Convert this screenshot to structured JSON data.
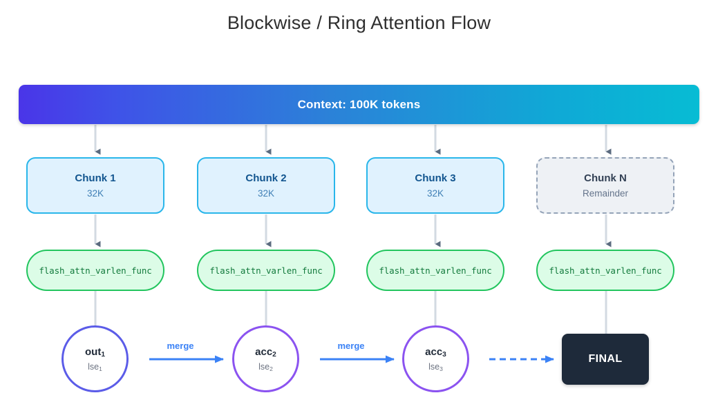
{
  "title": "Blockwise / Ring Attention Flow",
  "context": {
    "label": "Context: 100K tokens"
  },
  "chunks": [
    {
      "title": "Chunk 1",
      "sub": "32K",
      "style": "solid"
    },
    {
      "title": "Chunk 2",
      "sub": "32K",
      "style": "solid"
    },
    {
      "title": "Chunk 3",
      "sub": "32K",
      "style": "solid"
    },
    {
      "title": "Chunk N",
      "sub": "Remainder",
      "style": "dashed"
    }
  ],
  "kernels": [
    {
      "label": "flash_attn_varlen_func"
    },
    {
      "label": "flash_attn_varlen_func"
    },
    {
      "label": "flash_attn_varlen_func"
    },
    {
      "label": "flash_attn_varlen_func"
    }
  ],
  "accumulators": [
    {
      "main": "out",
      "main_sub": "1",
      "lse": "lse",
      "lse_sub": "1",
      "border": "#5b5ce8"
    },
    {
      "main": "acc",
      "main_sub": "2",
      "lse": "lse",
      "lse_sub": "2",
      "border": "#8b53f0"
    },
    {
      "main": "acc",
      "main_sub": "3",
      "lse": "lse",
      "lse_sub": "3",
      "border": "#8b53f0"
    }
  ],
  "merges": [
    {
      "label": "merge"
    },
    {
      "label": "merge"
    }
  ],
  "final": {
    "label": "FINAL"
  },
  "colors": {
    "gradient_start": "#4a35e8",
    "gradient_end": "#07bcd4",
    "chunk_fill": "#e0f2fe",
    "chunk_border": "#29b6ea",
    "chunk_dashed_border": "#94a3b8",
    "kernel_fill": "#dcfce7",
    "kernel_border": "#22c55e",
    "merge_arrow": "#3b82f6",
    "final_fill": "#1e2a3a",
    "connector": "#d3dae2",
    "arrowhead": "#5b6b7f"
  }
}
